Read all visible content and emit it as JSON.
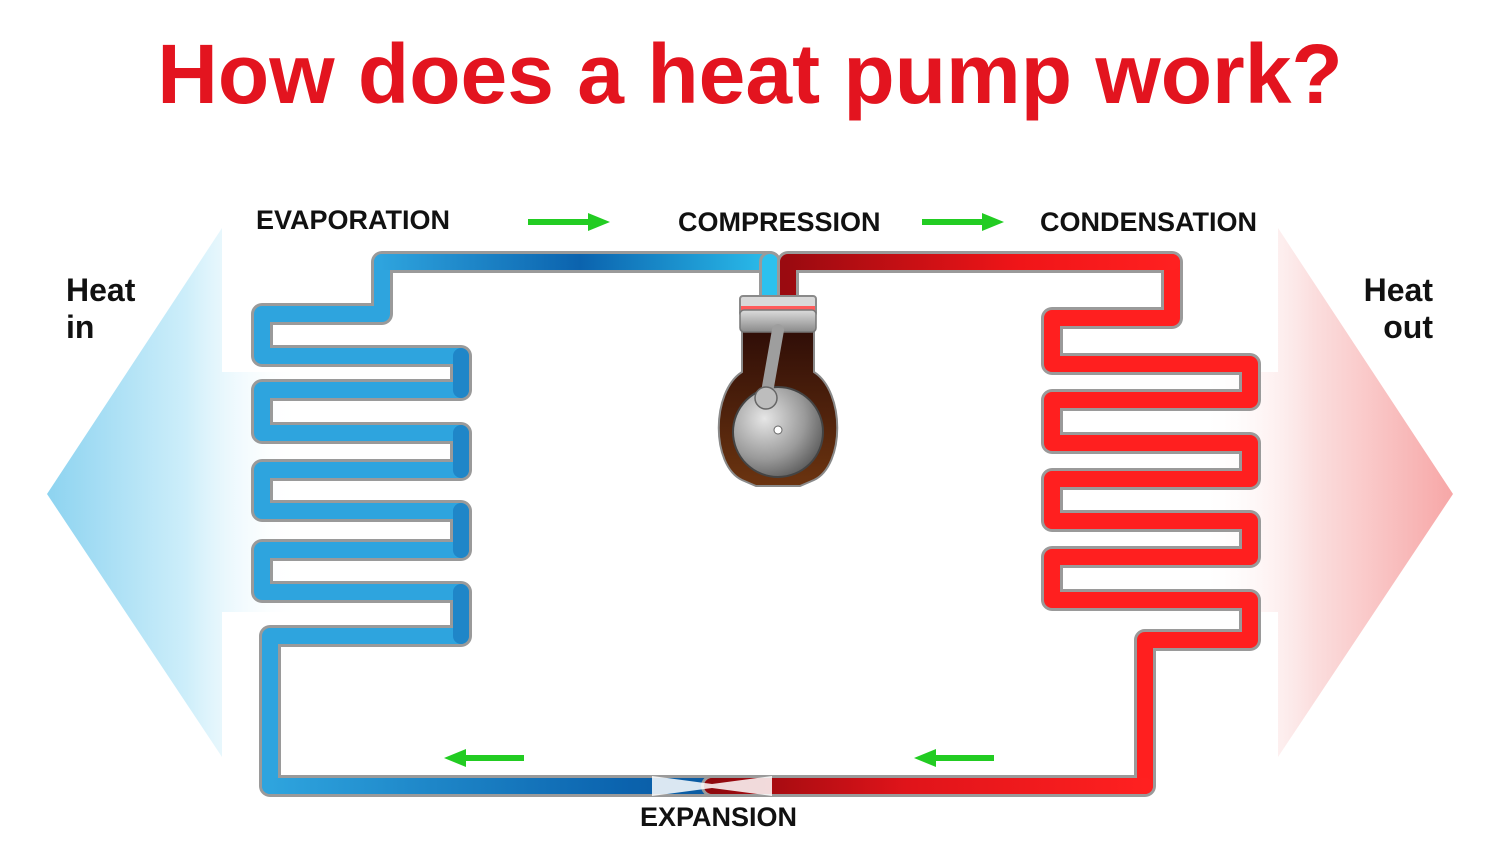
{
  "title": "How does a heat pump work?",
  "stages": {
    "evaporation": "EVAPORATION",
    "compression": "COMPRESSION",
    "condensation": "CONDENSATION",
    "expansion": "EXPANSION"
  },
  "sides": {
    "heat_in": [
      "Heat",
      "in"
    ],
    "heat_out": [
      "Heat",
      "out"
    ]
  },
  "colors": {
    "title": "#e3141f",
    "cold_light": "#2ab0e4",
    "cold_dark": "#0a6bb5",
    "hot_light": "#ff1a1a",
    "hot_dark": "#a80a10",
    "flow_arrow": "#22cc22",
    "heat_in_arrow": "#a6dcf2",
    "heat_out_arrow": "#f9c9c9"
  }
}
